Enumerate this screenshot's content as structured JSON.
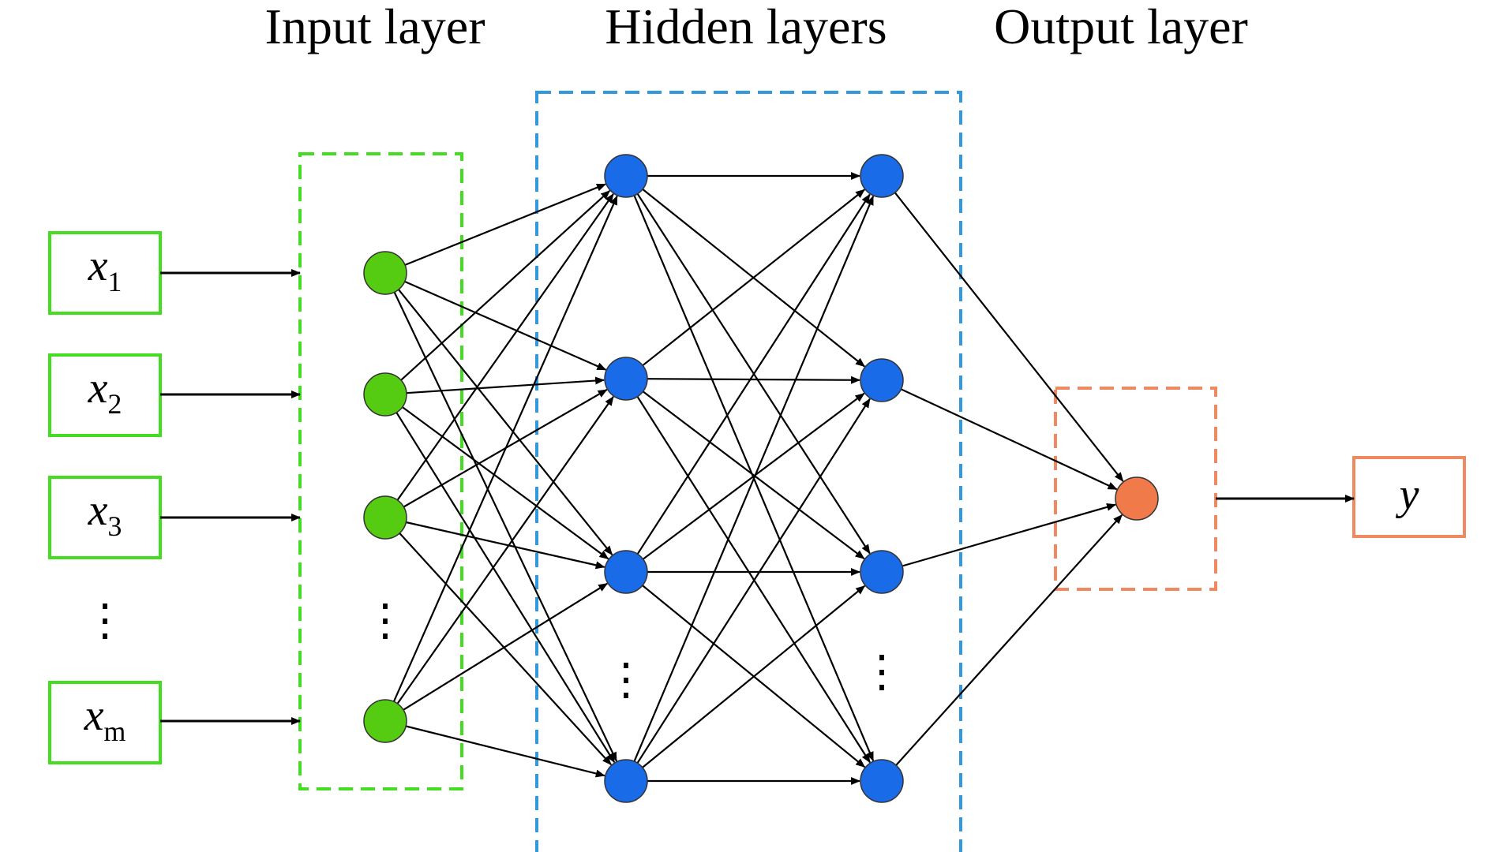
{
  "titles": {
    "input": "Input layer",
    "hidden": "Hidden layers",
    "output": "Output layer"
  },
  "inputs": [
    {
      "base": "x",
      "sub": "1"
    },
    {
      "base": "x",
      "sub": "2"
    },
    {
      "base": "x",
      "sub": "3"
    },
    {
      "base": "x",
      "sub": "m"
    }
  ],
  "output_label": "y",
  "ellipsis": "⋮",
  "colors": {
    "input_box": "#44dd22",
    "input_node": "#55cc11",
    "hidden_box": "#3399dd",
    "hidden_node": "#1a6be8",
    "output_box": "#f08860",
    "output_node": "#f07a4a",
    "edge": "#000000"
  }
}
